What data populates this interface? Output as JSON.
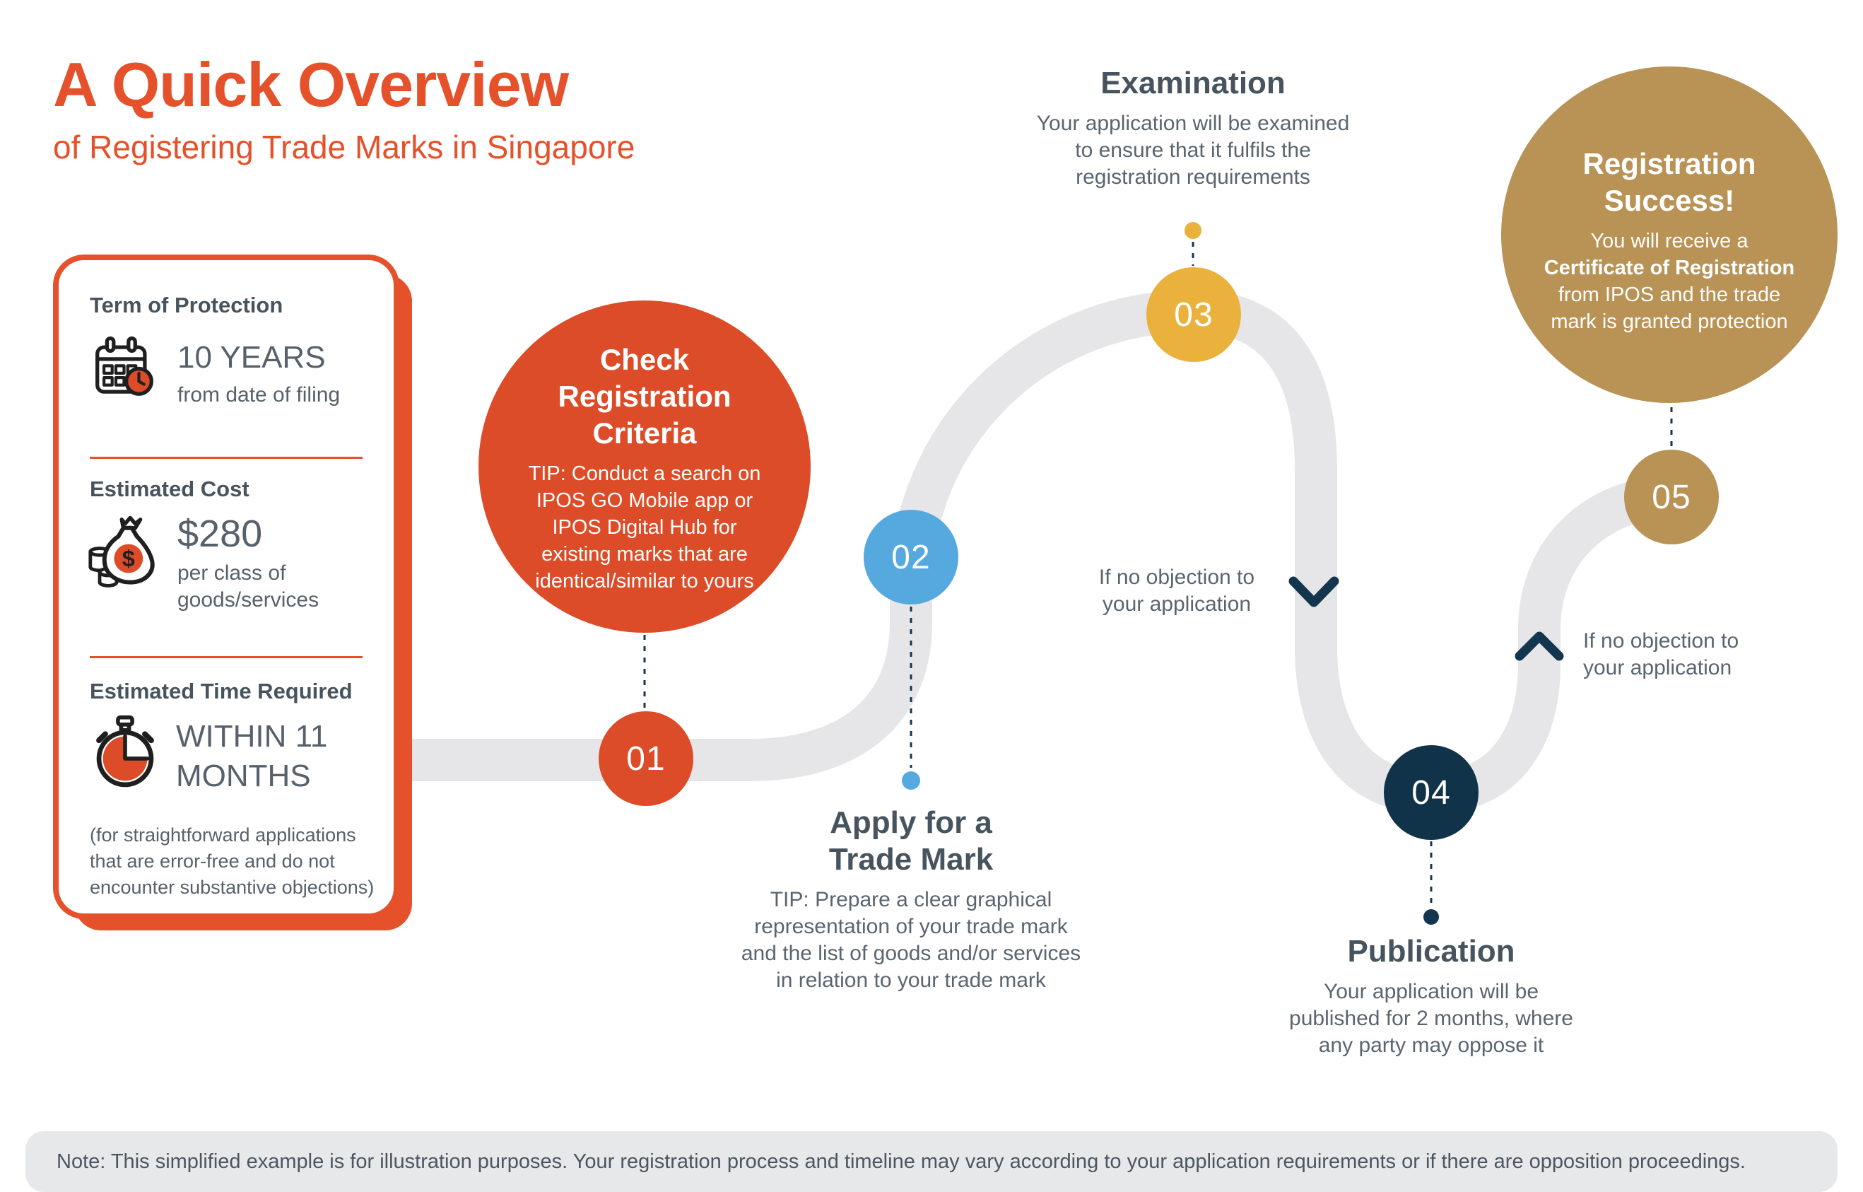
{
  "header": {
    "title": "A Quick Overview",
    "subtitle": "of Registering Trade Marks in Singapore"
  },
  "card": {
    "sections": [
      {
        "heading": "Term of Protection",
        "icon": "calendar-clock-icon",
        "value": "10 YEARS",
        "detail": "from date of filing"
      },
      {
        "heading": "Estimated Cost",
        "icon": "money-bag-icon",
        "value": "$280",
        "detail": "per class of\ngoods/services"
      },
      {
        "heading": "Estimated Time Required",
        "icon": "stopwatch-icon",
        "value": "WITHIN 11\nMONTHS",
        "note": "(for straightforward applications\nthat are error-free and do not\nencounter substantive objections)"
      }
    ]
  },
  "bubble_check": {
    "title": "Check\nRegistration\nCriteria",
    "tip": "TIP: Conduct a search on\nIPOS GO Mobile app or\nIPOS Digital Hub for\nexisting marks that are\nidentical/similar to yours"
  },
  "bubble_success": {
    "title": "Registration\nSuccess!",
    "desc_prefix": "You will receive a ",
    "desc_bold": "Certificate of Registration",
    "desc_suffix": " from IPOS and the trade mark is granted protection"
  },
  "steps": [
    {
      "number": "01",
      "color": "#DD4C28"
    },
    {
      "number": "02",
      "color": "#55A9DE",
      "title": "Apply for a\nTrade Mark",
      "description": "TIP: Prepare a clear graphical\nrepresentation of your trade mark\nand the list of goods and/or services\nin relation to your trade mark"
    },
    {
      "number": "03",
      "color": "#EBB13D",
      "title": "Examination",
      "description": "Your application will be examined\nto ensure that it fulfils the\nregistration requirements"
    },
    {
      "number": "04",
      "color": "#113349",
      "title": "Publication",
      "description": "Your application will be\npublished for 2 months, where\nany party may oppose it"
    },
    {
      "number": "05",
      "color": "#B99255"
    }
  ],
  "labels": {
    "no_objection_1": "If no objection to\nyour application",
    "no_objection_2": "If no objection to\nyour application"
  },
  "footer": {
    "note": "Note: This simplified example is for illustration purposes. Your registration process and timeline may vary according to your application requirements or if there are opposition proceedings."
  },
  "colors": {
    "brand_orange": "#E4512B",
    "step_orange": "#DD4C28",
    "step_blue": "#55A9DE",
    "step_yellow": "#EBB13D",
    "step_navy": "#113349",
    "step_gold": "#B99255",
    "track_gray": "#E6E6E8",
    "text_slate": "#47545E",
    "footer_bg": "#E7E8EA"
  }
}
